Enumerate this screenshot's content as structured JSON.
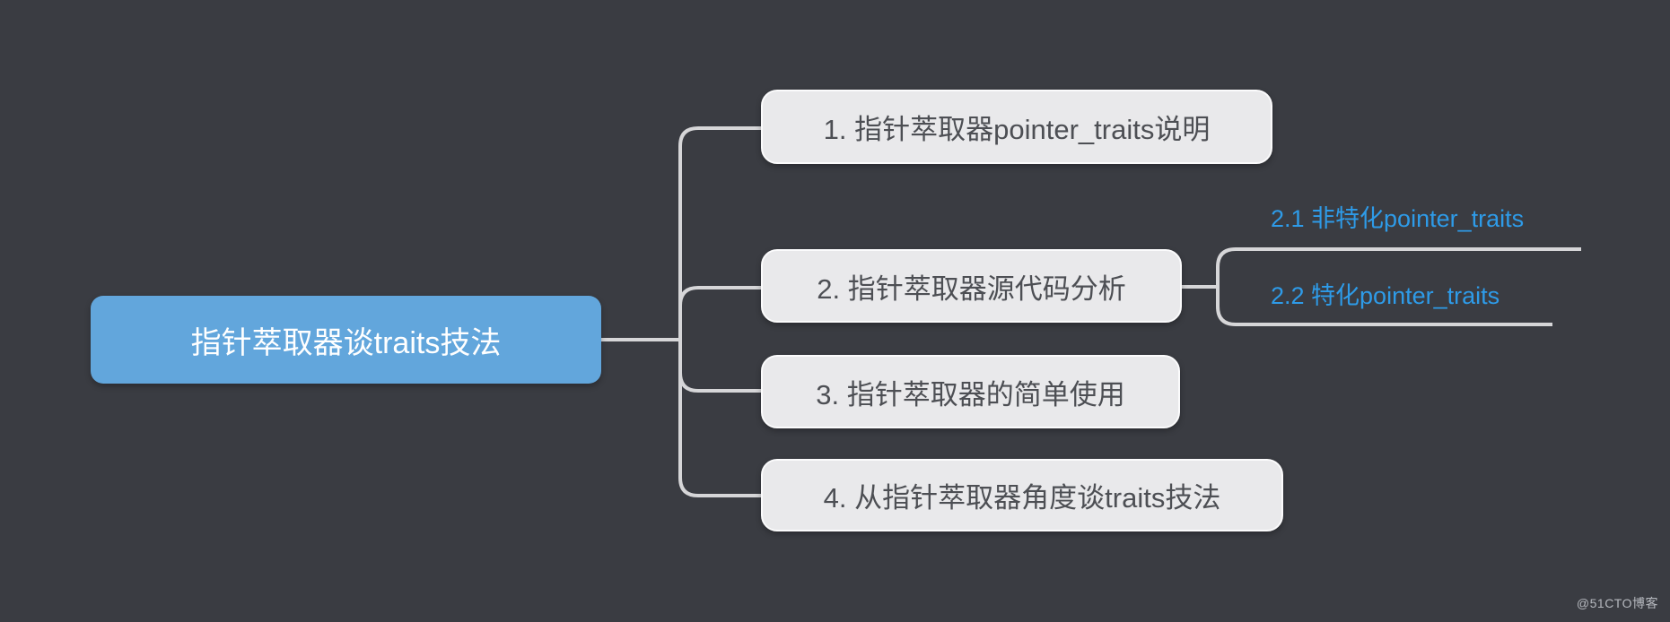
{
  "mindmap": {
    "root": {
      "label": "指针萃取器谈traits技法"
    },
    "children": [
      {
        "label": "1. 指针萃取器pointer_traits说明"
      },
      {
        "label": "2. 指针萃取器源代码分析",
        "children": [
          {
            "label": "2.1 非特化pointer_traits"
          },
          {
            "label": "2.2 特化pointer_traits"
          }
        ]
      },
      {
        "label": "3. 指针萃取器的简单使用"
      },
      {
        "label": "4. 从指针萃取器角度谈traits技法"
      }
    ]
  },
  "watermark": {
    "label": "@51CTO博客"
  },
  "colors": {
    "background": "#3A3C42",
    "root_topic_fill": "#62A6DC",
    "root_topic_text": "#FFFFFF",
    "child_topic_fill": "#E9E9EB",
    "child_topic_border": "#FBFBFC",
    "child_topic_text": "#4D4F54",
    "subtopic_text": "#2E9BE8",
    "connector_line": "#D6D6D8",
    "watermark_text": "#B6B9BF"
  }
}
